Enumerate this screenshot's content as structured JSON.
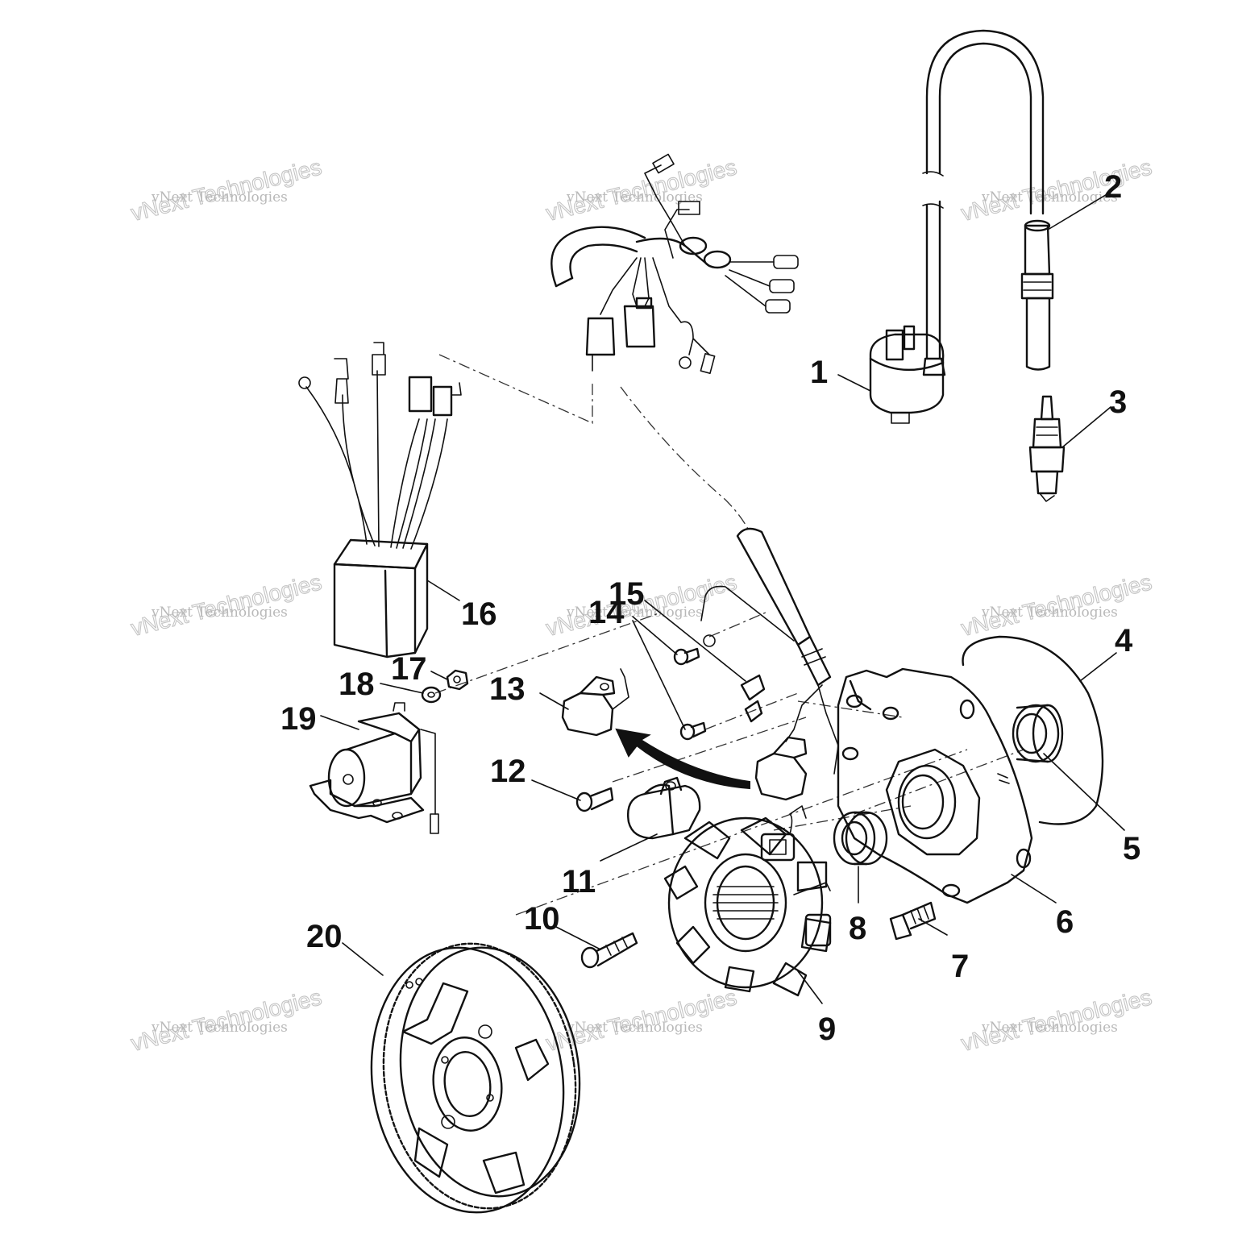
{
  "diagram": {
    "callouts": [
      "1",
      "2",
      "3",
      "4",
      "5",
      "6",
      "7",
      "8",
      "9",
      "10",
      "11",
      "12",
      "13",
      "14",
      "15",
      "16",
      "17",
      "18",
      "19",
      "20"
    ],
    "watermark_line1": "vNext Technologies",
    "watermark_line2": "vNext Technologies",
    "arrow_icon": "curved-arrow-icon"
  }
}
